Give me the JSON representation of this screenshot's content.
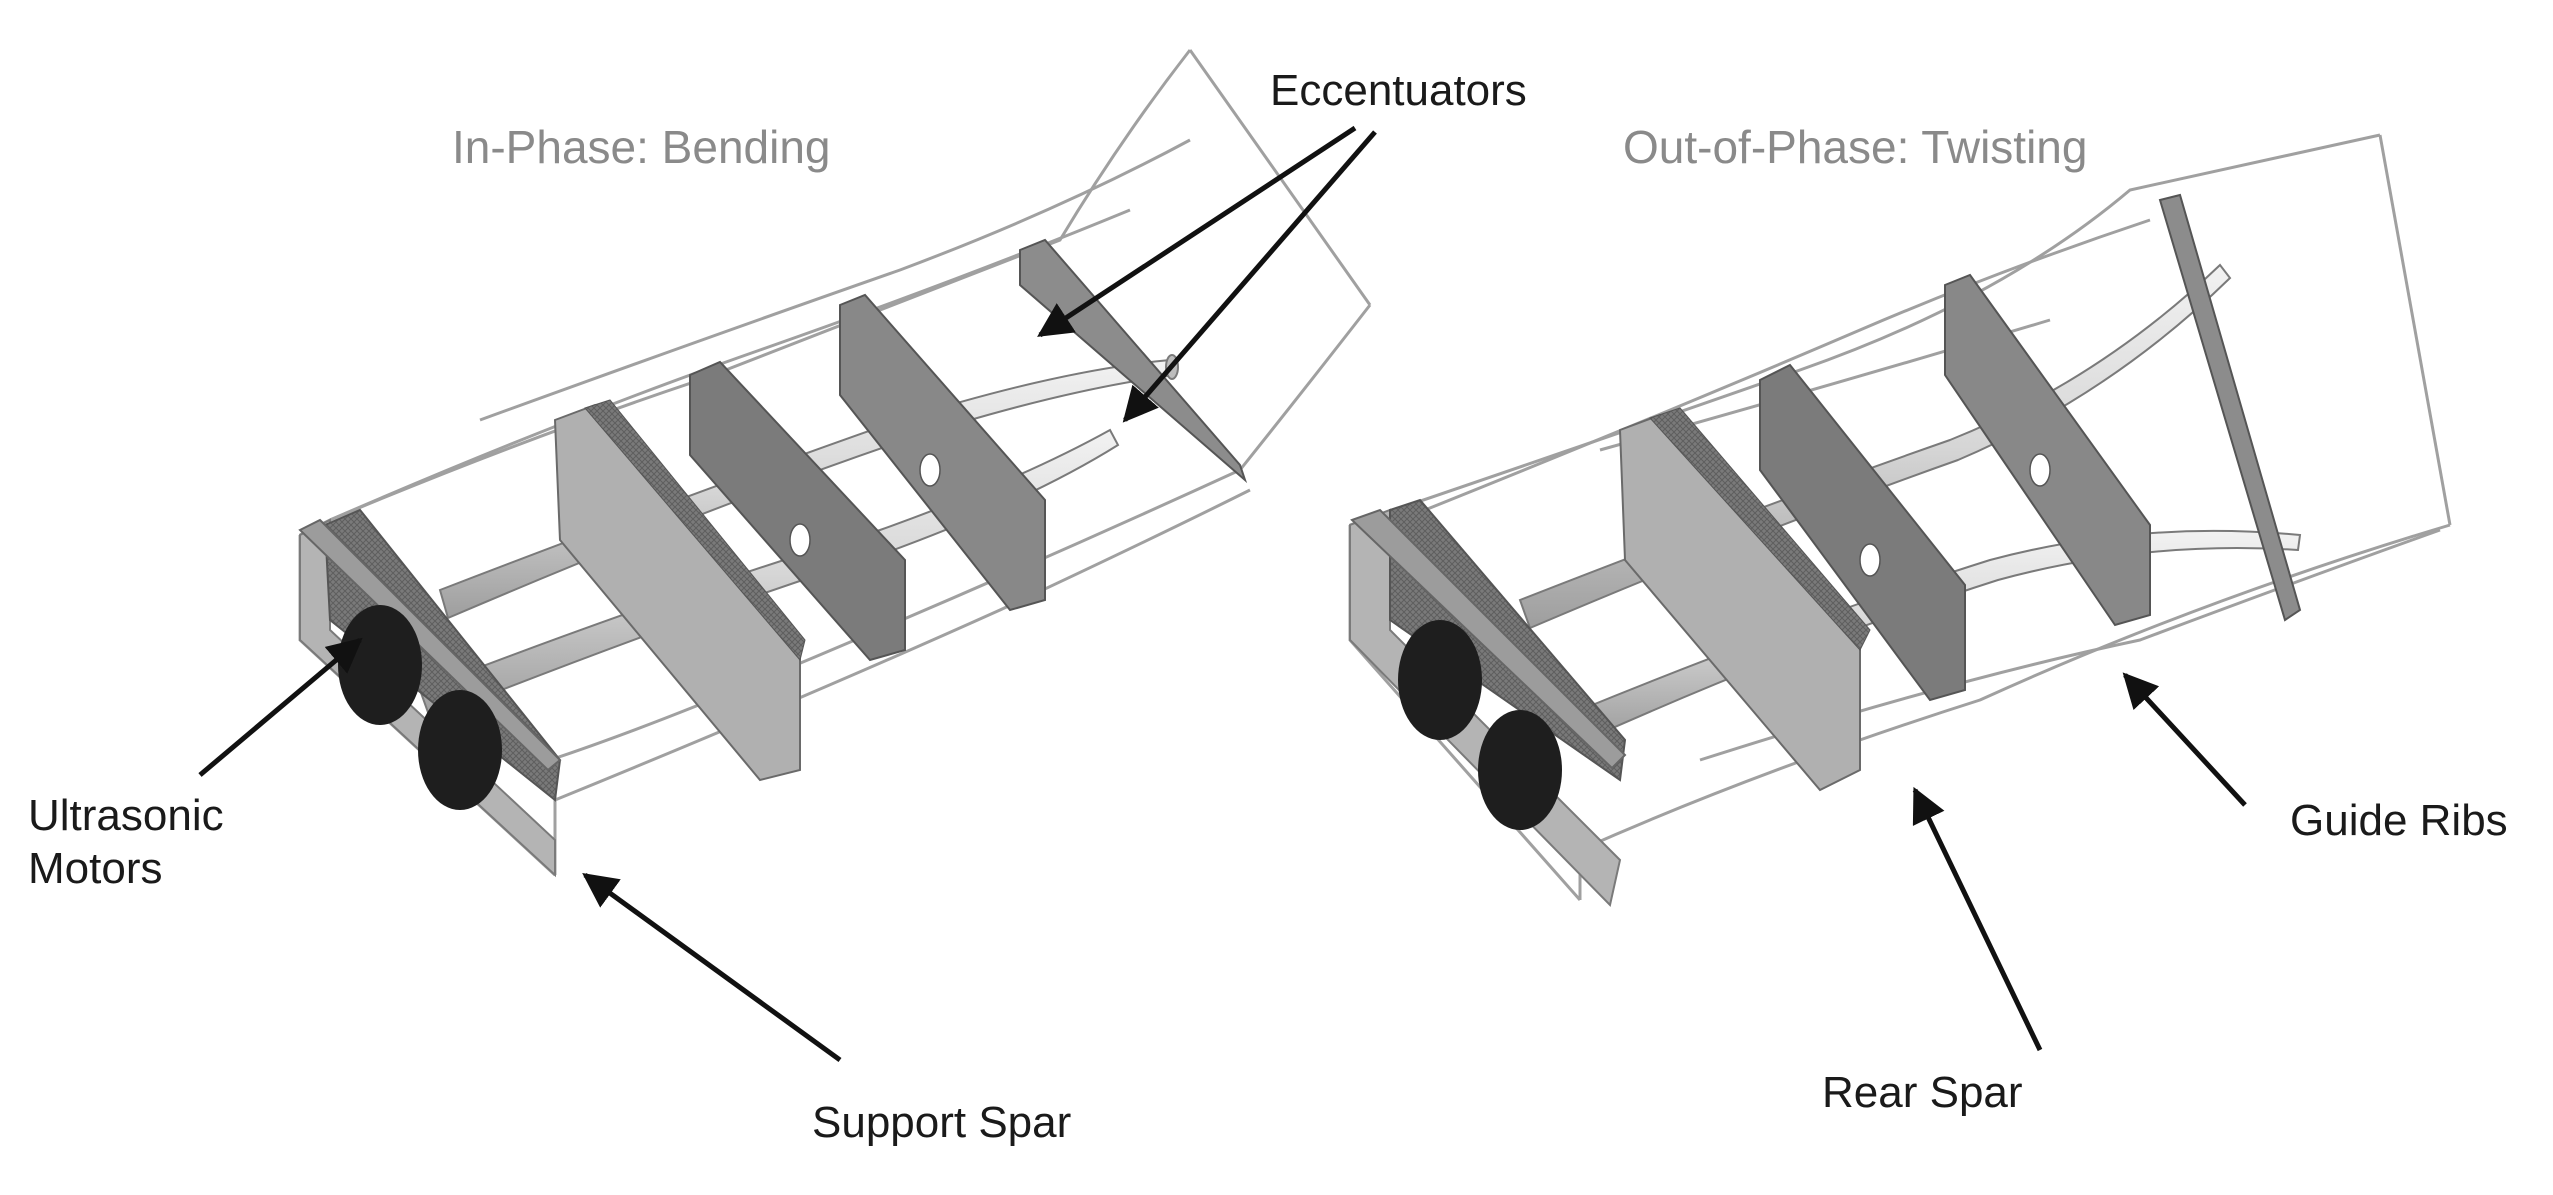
{
  "panels": {
    "left": {
      "title": "In-Phase: Bending"
    },
    "right": {
      "title": "Out-of-Phase: Twisting"
    }
  },
  "labels": {
    "eccentuators": "Eccentuators",
    "ultrasonic_motors_line1": "Ultrasonic",
    "ultrasonic_motors_line2": "Motors",
    "support_spar": "Support Spar",
    "rear_spar": "Rear Spar",
    "guide_ribs": "Guide Ribs"
  },
  "colors": {
    "outline": "#9a9a9a",
    "rib_dark": "#6e6e6e",
    "rib_mid": "#8c8c8c",
    "spar_light": "#b4b4b4",
    "rod": "#d8d8d8",
    "motor": "#1e1e1e",
    "arrow": "#111111",
    "title": "#8a8a8a"
  }
}
